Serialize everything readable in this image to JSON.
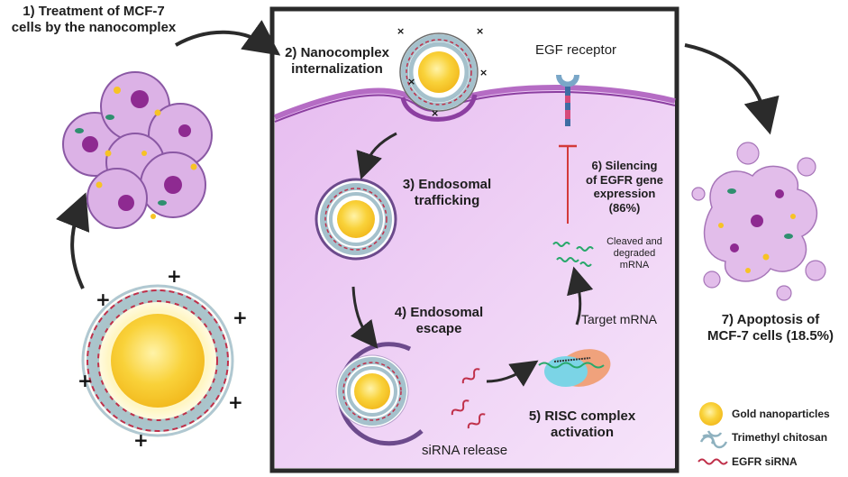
{
  "labels": {
    "step1": "1) Treatment of MCF-7\ncells by the nanocomplex",
    "step2": "2) Nanocomplex\ninternalization",
    "egf_receptor": "EGF receptor",
    "step3": "3) Endosomal\ntrafficking",
    "step6": "6) Silencing\nof EGFR gene\nexpression\n(86%)",
    "cleaved": "Cleaved and\ndegraded\nmRNA",
    "step4": "4) Endosomal\nescape",
    "target_mrna": "Target mRNA",
    "step5": "5) RISC complex\nactivation",
    "sirna_release": "siRNA release",
    "step7": "7) Apoptosis of\nMCF-7 cells (18.5%)"
  },
  "legend": [
    {
      "label": "Gold nanoparticles",
      "icon": "gold-nanoparticle-icon",
      "color": "#f7c325"
    },
    {
      "label": "Trimethyl chitosan",
      "icon": "chitosan-icon",
      "color": "#8eb1bf"
    },
    {
      "label": "EGFR siRNA",
      "icon": "sirna-icon",
      "color": "#c0304a"
    }
  ],
  "charge_symbol": "+",
  "colors": {
    "gold": "#f7c325",
    "cell_pink": "#e2b4ea",
    "membrane": "#a35cb5",
    "nucleus": "#8e2a91",
    "chitosan": "#8eb1bf",
    "sirna": "#c0304a",
    "mrna": "#27a86a"
  }
}
